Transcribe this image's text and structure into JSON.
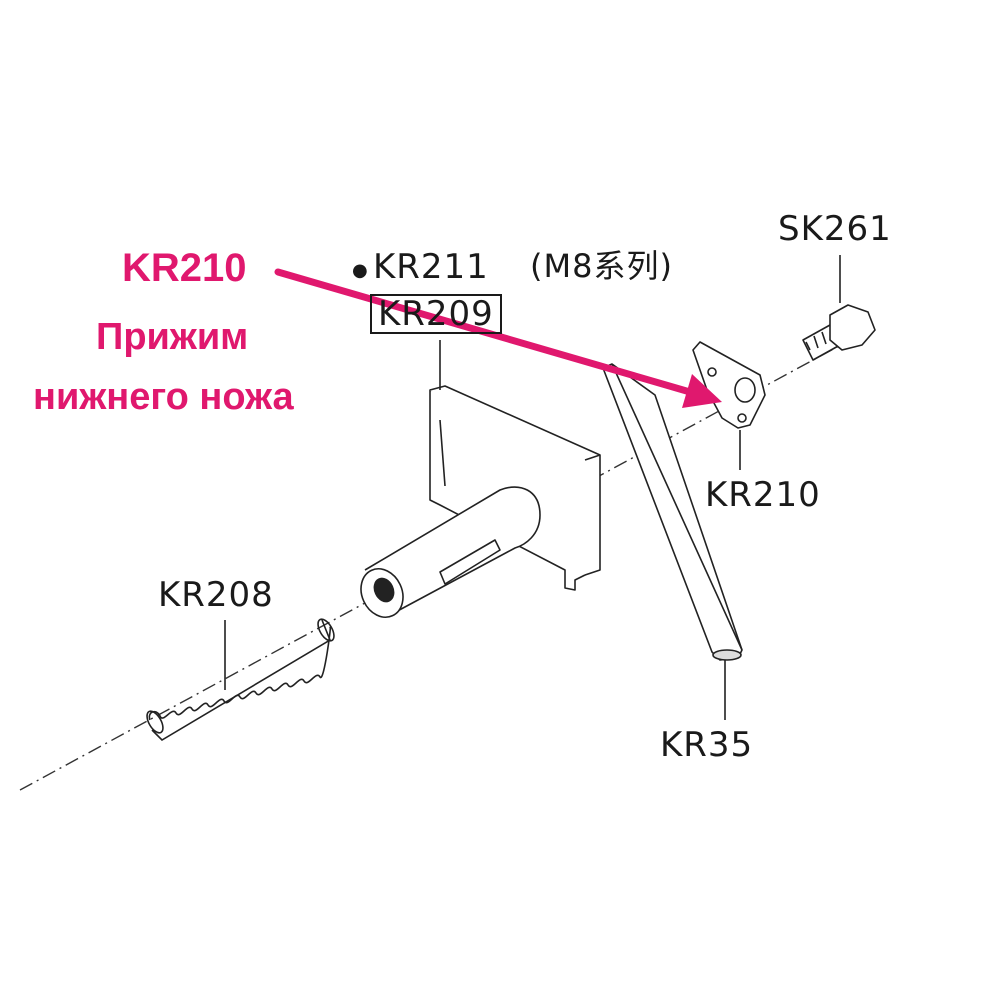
{
  "callout": {
    "code": "KR210",
    "name_line1": "Прижим",
    "name_line2": "нижнего ножа",
    "color": "#e0186e"
  },
  "labels": {
    "kr211": "KR211",
    "kr211_bullet": "●",
    "m8_series": "(M8系列)",
    "kr209": "KR209",
    "sk261": "SK261",
    "kr210": "KR210",
    "kr208": "KR208",
    "kr35": "KR35"
  }
}
